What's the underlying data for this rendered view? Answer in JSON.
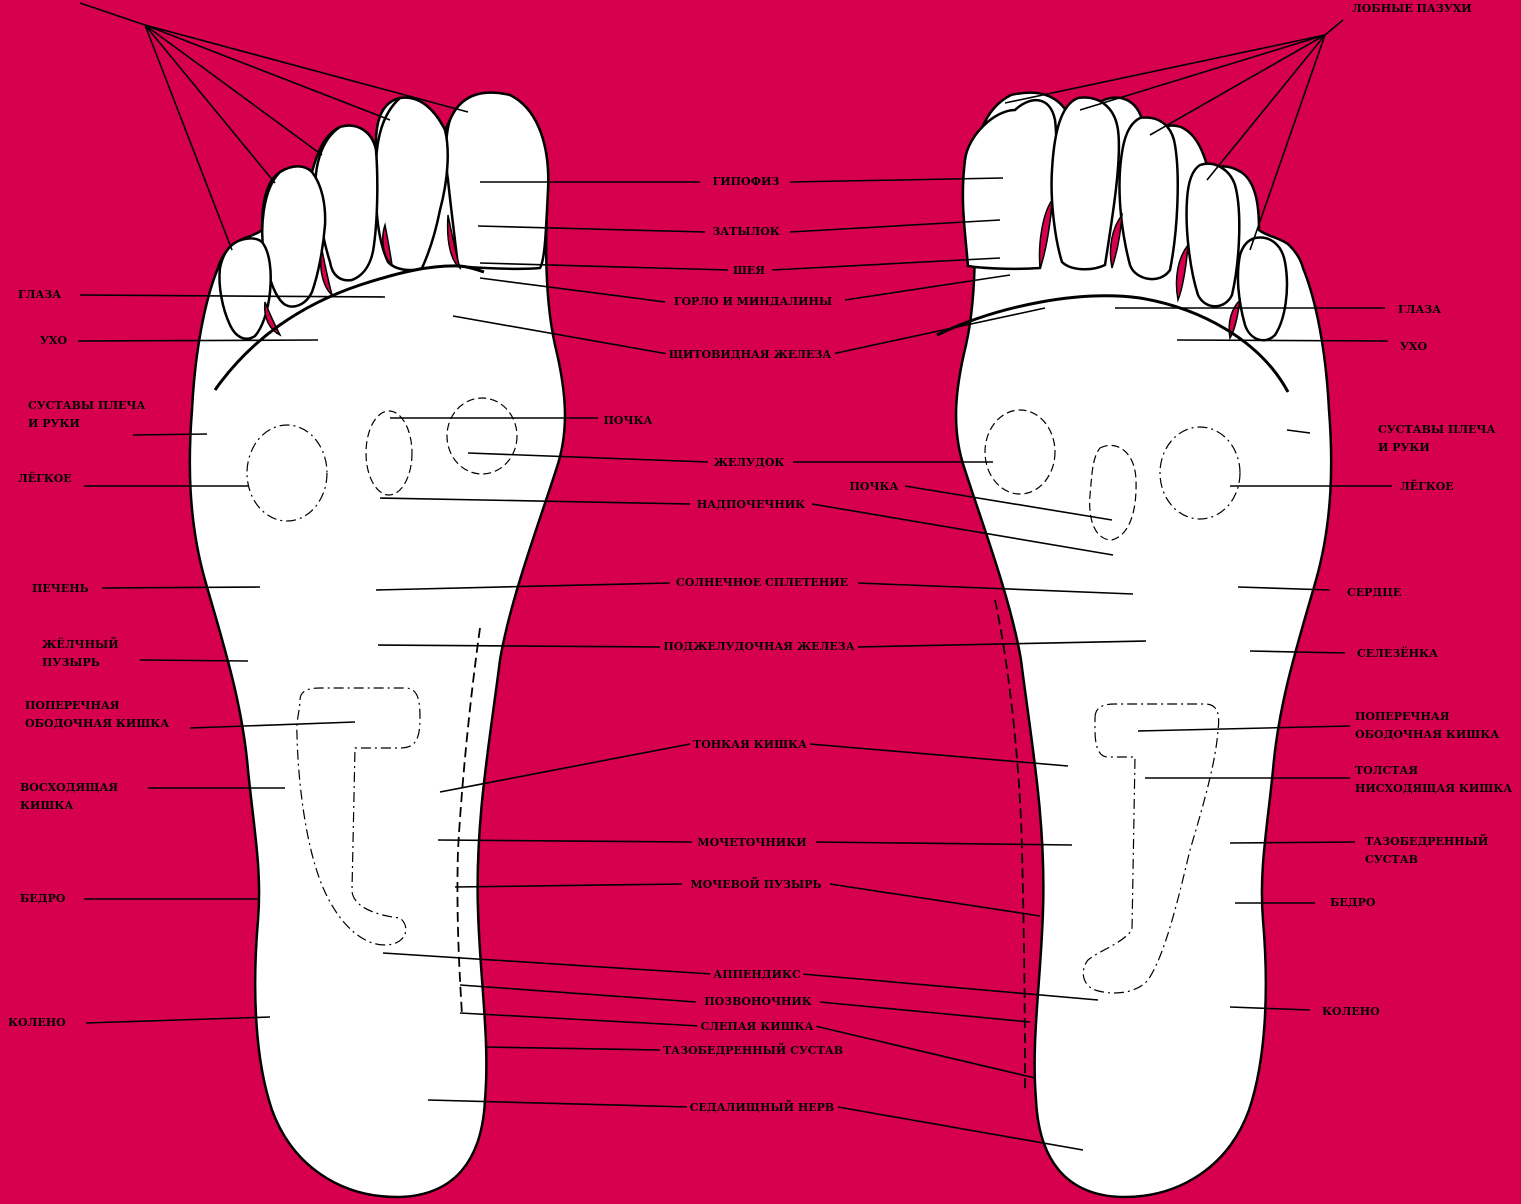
{
  "colors": {
    "background": "#D6004F",
    "foot": "#FFFFFF",
    "ink": "#000000"
  },
  "labels": {
    "top_right": "ЛОБНЫЕ ПАЗУХИ",
    "center": {
      "gipofiz": "ГИПОФИЗ",
      "zatylok": "ЗАТЫЛОК",
      "sheya": "ШЕЯ",
      "gorlo": "ГОРЛО И МИНДАЛИНЫ",
      "shitovidnaya": "ЩИТОВИДНАЯ ЖЕЛЕЗА",
      "pochka_top": "ПОЧКА",
      "zheludok": "ЖЕЛУДОК",
      "pochka_mid": "ПОЧКА",
      "nadpochechnik": "НАДПОЧЕЧНИК",
      "solnechnoe": "СОЛНЕЧНОЕ СПЛЕТЕНИЕ",
      "podzheludochnaya": "ПОДЖЕЛУДОЧНАЯ ЖЕЛЕЗА",
      "tonkaya": "ТОНКАЯ КИШКА",
      "mochetochniki": "МОЧЕТОЧНИКИ",
      "mochevoy": "МОЧЕВОЙ ПУЗЫРЬ",
      "appendiks": "АППЕНДИКС",
      "pozvonochnik": "ПОЗВОНОЧНИК",
      "slepaya": "СЛЕПАЯ КИШКА",
      "tazobedrenny": "ТАЗОБЕДРЕННЫЙ СУСТАВ",
      "sedalishny": "СЕДАЛИЩНЫЙ НЕРВ"
    },
    "left": {
      "glaza": "ГЛАЗА",
      "uho": "УХО",
      "sustavy_1": "СУСТАВЫ ПЛЕЧА",
      "sustavy_2": "И РУКИ",
      "legkoe": "ЛЁГКОЕ",
      "pechen": "ПЕЧЕНЬ",
      "zhelchny_1": "ЖЁЛЧНЫЙ",
      "zhelchny_2": "ПУЗЫРЬ",
      "poperechnaya_1": "ПОПЕРЕЧНАЯ",
      "poperechnaya_2": "ОБОДОЧНАЯ КИШКА",
      "voshodyashaya_1": "ВОСХОДЯЩАЯ",
      "voshodyashaya_2": "КИШКА",
      "bedro": "БЕДРО",
      "koleno": "КОЛЕНО"
    },
    "right": {
      "glaza": "ГЛАЗА",
      "uho": "УХО",
      "sustavy_1": "СУСТАВЫ ПЛЕЧА",
      "sustavy_2": "И РУКИ",
      "legkoe": "ЛЁГКОЕ",
      "serdce": "СЕРДЦЕ",
      "selezenka": "СЕЛЕЗЁНКА",
      "poperechnaya_1": "ПОПЕРЕЧНАЯ",
      "poperechnaya_2": "ОБОДОЧНАЯ КИШКА",
      "tolstaya_1": "ТОЛСТАЯ",
      "tolstaya_2": "НИСХОДЯЩАЯ КИШКА",
      "tazobedrenny_1": "ТАЗОБЕДРЕННЫЙ",
      "tazobedrenny_2": "СУСТАВ",
      "bedro": "БЕДРО",
      "koleno": "КОЛЕНО"
    }
  }
}
